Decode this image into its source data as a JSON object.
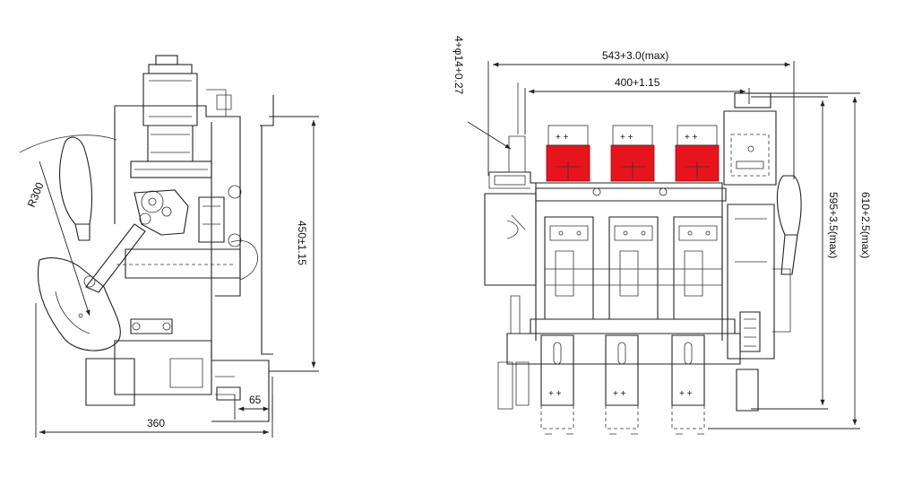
{
  "side_view": {
    "radius_label": "R300",
    "height_label": "450±1.15",
    "width_label": "360",
    "offset_label": "65"
  },
  "front_view": {
    "hole_label": "4+φ14+0.27",
    "overall_width_label": "543+3.0(max)",
    "pole_span_label": "400+1.15",
    "height_label": "595+3.5(max)",
    "overall_height_label": "610+2.5(max)",
    "pole_terminal_marks": [
      "+ +",
      "+ +",
      "+ +"
    ],
    "accent_color": "#e8141c"
  }
}
